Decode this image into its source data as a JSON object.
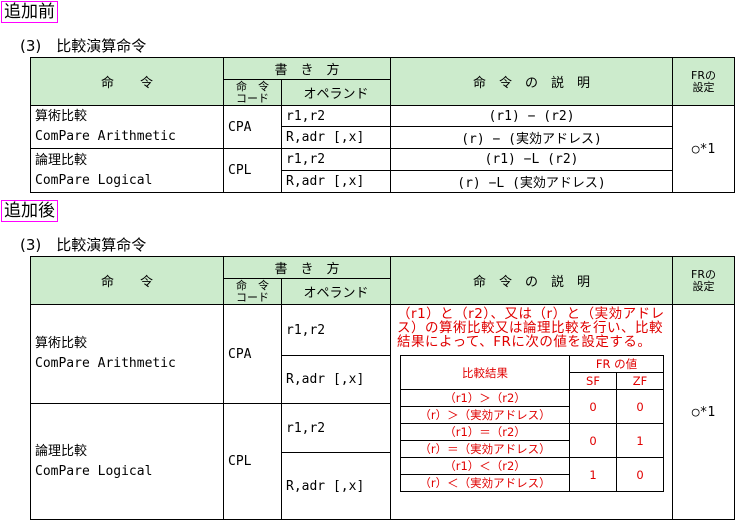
{
  "before": {
    "tag": "追加前",
    "section": "(3)　比較演算命令",
    "header": {
      "instruction": "命　　令",
      "writing": "書　き　方",
      "code": "命　令\nコード",
      "operand": "オペランド",
      "description": "命　令　の　説　明",
      "fr": "FRの\n設定"
    },
    "rows": [
      {
        "name_ja": "算術比較",
        "name_en": "ComPare Arithmetic",
        "code": "CPA",
        "operands": [
          "r1,r2",
          "R,adr [,x]"
        ],
        "descriptions": [
          "(r1) − (r2)",
          "(r) − (実効アドレス)"
        ]
      },
      {
        "name_ja": "論理比較",
        "name_en": "ComPare Logical",
        "code": "CPL",
        "operands": [
          "r1,r2",
          "R,adr [,x]"
        ],
        "descriptions": [
          "(r1) −L (r2)",
          "(r) −L (実効アドレス)"
        ]
      }
    ],
    "fr": "○*1"
  },
  "after": {
    "tag": "追加後",
    "section": "(3)　比較演算命令",
    "header": {
      "instruction": "命　　令",
      "writing": "書　き　方",
      "code": "命　令\nコード",
      "operand": "オペランド",
      "description": "命　令　の　説　明",
      "fr": "FRの\n設定"
    },
    "rows": [
      {
        "name_ja": "算術比較",
        "name_en": "ComPare Arithmetic",
        "code": "CPA",
        "operands": [
          "r1,r2",
          "R,adr [,x]"
        ]
      },
      {
        "name_ja": "論理比較",
        "name_en": "ComPare Logical",
        "code": "CPL",
        "operands": [
          "r1,r2",
          "R,adr [,x]"
        ]
      }
    ],
    "description": "（r1）と（r2）、又は（r）と（実効アドレス）の算術比較又は論理比較を行い、比較結果によって、FRに次の値を設定する。",
    "result_table": {
      "h_result": "比較結果",
      "h_fr": "FR の値",
      "h_sf": "SF",
      "h_zf": "ZF",
      "rows": [
        {
          "a": "（r1）＞（r2）",
          "b": "（r）＞（実効アドレス）",
          "sf": "0",
          "zf": "0"
        },
        {
          "a": "（r1）＝（r2）",
          "b": "（r）＝（実効アドレス）",
          "sf": "0",
          "zf": "1"
        },
        {
          "a": "（r1）＜（r2）",
          "b": "（r）＜（実効アドレス）",
          "sf": "1",
          "zf": "0"
        }
      ]
    },
    "fr": "○*1"
  },
  "colors": {
    "header_bg": "#ccebcc",
    "added_text": "#e00000",
    "tag_border": "#ff00ff"
  }
}
